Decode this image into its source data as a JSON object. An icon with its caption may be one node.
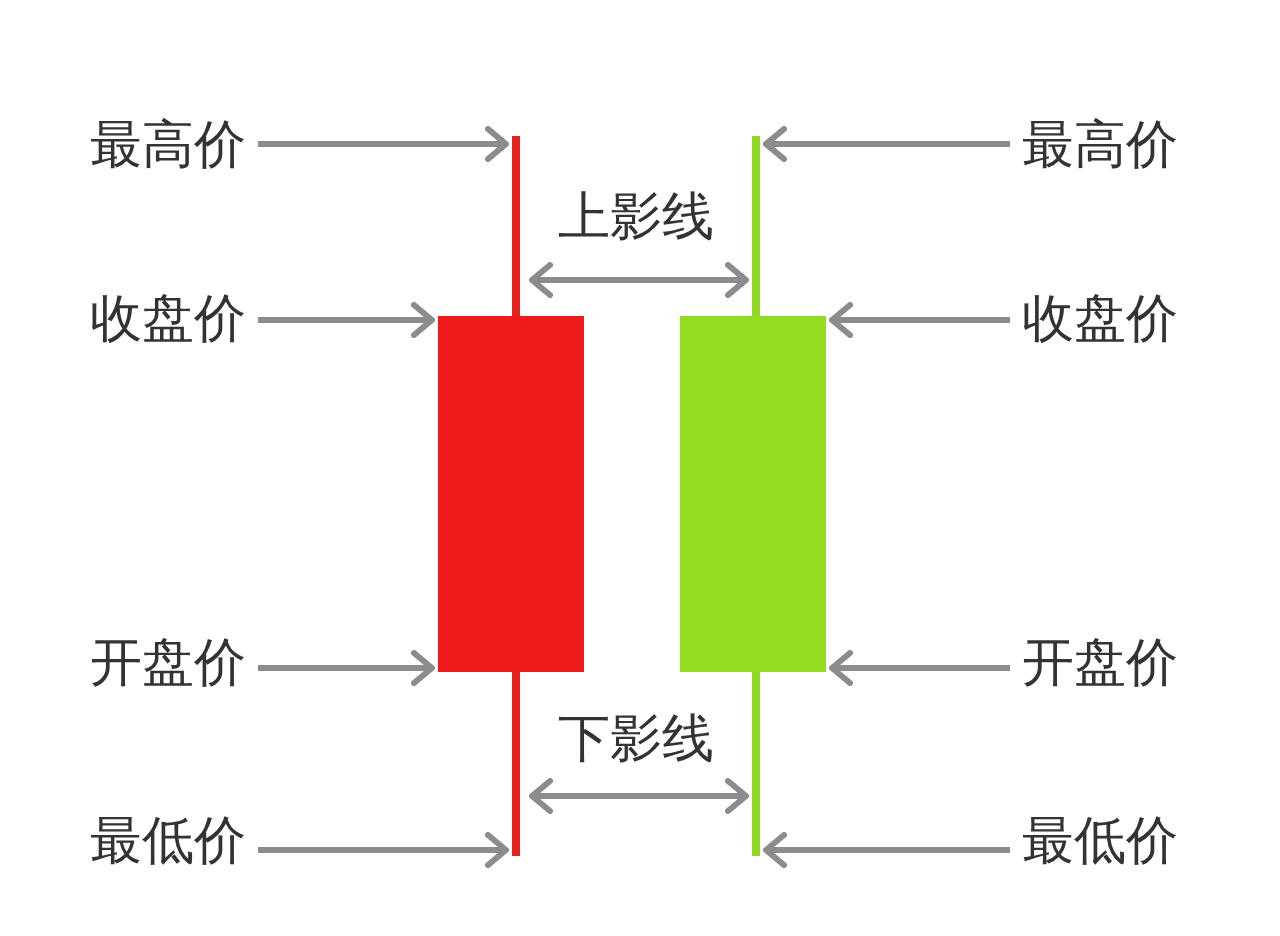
{
  "diagram": {
    "nodes": [
      {
        "text": [
          "最高价"
        ]
      },
      {
        "text": [
          "收盘价"
        ]
      },
      {
        "text": [
          "开盘价"
        ]
      },
      {
        "text": [
          "最低价"
        ]
      },
      {
        "text": [],
        "shape": "bar"
      },
      {
        "text": [],
        "shape": "box"
      },
      {
        "text": [],
        "shape": "bar"
      },
      {
        "text": [],
        "shape": "bar"
      },
      {
        "text": [],
        "shape": "box"
      },
      {
        "text": [],
        "shape": "bar"
      },
      {
        "text": [
          "最高价"
        ]
      },
      {
        "text": [
          "收盘价"
        ]
      },
      {
        "text": [
          "开盘价"
        ]
      },
      {
        "text": [
          "最低价"
        ]
      }
    ],
    "edges": [
      {
        "from": 0,
        "to": 4,
        "arrow": "to"
      },
      {
        "from": 1,
        "to": 5,
        "arrow": "to"
      },
      {
        "from": 2,
        "to": 5,
        "arrow": "to"
      },
      {
        "from": 3,
        "to": 6,
        "arrow": "to"
      },
      {
        "from": 10,
        "to": 7,
        "arrow": "to"
      },
      {
        "from": 11,
        "to": 8,
        "arrow": "to"
      },
      {
        "from": 12,
        "to": 8,
        "arrow": "to"
      },
      {
        "from": 13,
        "to": 9,
        "arrow": "to"
      },
      {
        "from": 4,
        "to": 7,
        "arrow": "both",
        "label": "上影线"
      },
      {
        "from": 6,
        "to": 9,
        "arrow": "both",
        "label": "下影线"
      }
    ]
  }
}
